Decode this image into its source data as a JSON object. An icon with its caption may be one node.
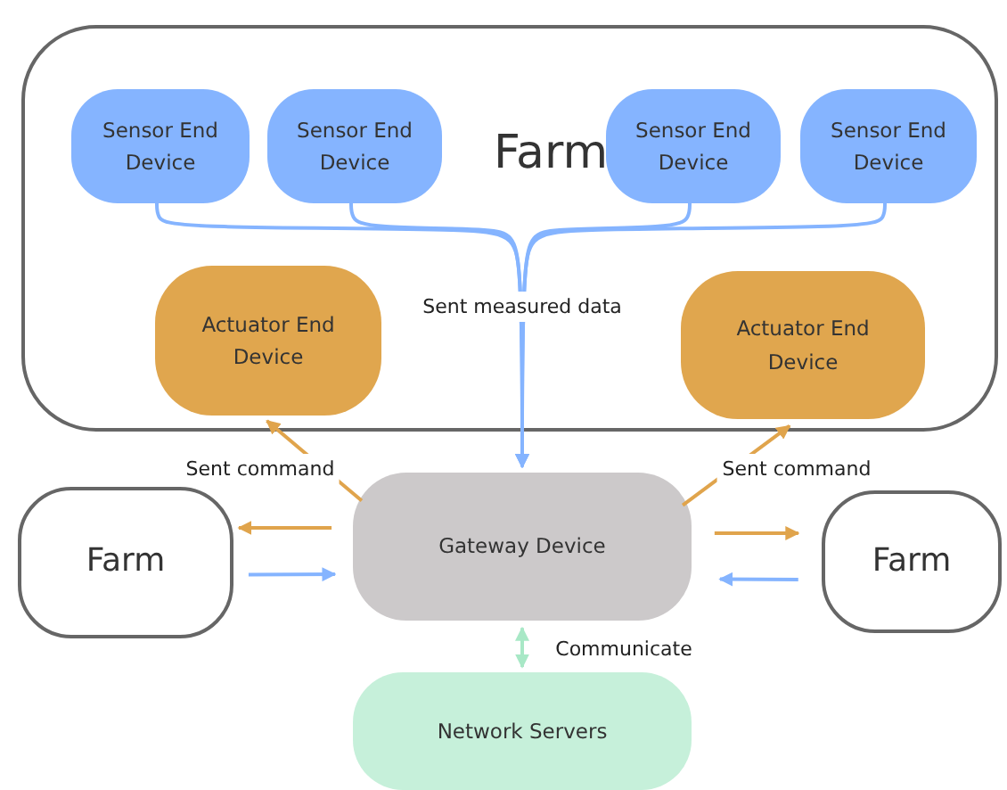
{
  "diagram": {
    "nodes": [
      {
        "text": [
          "Farm"
        ]
      },
      {
        "text": [
          "Sensor End Device"
        ],
        "in": 0
      },
      {
        "text": [
          "Sensor End Device"
        ],
        "in": 0
      },
      {
        "text": [
          "Sensor End Device"
        ],
        "in": 0
      },
      {
        "text": [
          "Sensor End Device"
        ],
        "in": 0
      },
      {
        "text": [
          "Actuator End Device"
        ],
        "in": 0
      },
      {
        "text": [
          "Actuator End Device"
        ],
        "in": 0
      },
      {
        "text": [
          "Farm"
        ]
      },
      {
        "text": [
          "Gateway  Device"
        ]
      },
      {
        "text": [
          "Farm"
        ]
      },
      {
        "text": [
          "Network Servers"
        ]
      }
    ],
    "edges": [
      {
        "from": 1,
        "to": 8,
        "arrow": "to",
        "label": "Sent measured data"
      },
      {
        "from": 2,
        "to": 8,
        "arrow": "to"
      },
      {
        "from": 3,
        "to": 8,
        "arrow": "to"
      },
      {
        "from": 4,
        "to": 8,
        "arrow": "to"
      },
      {
        "from": 8,
        "to": 5,
        "arrow": "to",
        "label": "Sent command",
        "color": "#e0a44c"
      },
      {
        "from": 8,
        "to": 6,
        "arrow": "to",
        "label": "Sent command",
        "color": "#e0a44c"
      },
      {
        "from": 8,
        "to": 7,
        "arrow": "to",
        "color": "#e0a44c"
      },
      {
        "from": 7,
        "to": 8,
        "arrow": "to"
      },
      {
        "from": 8,
        "to": 9,
        "arrow": "to",
        "color": "#e0a44c"
      },
      {
        "from": 9,
        "to": 8,
        "arrow": "to"
      },
      {
        "from": 8,
        "to": 10,
        "arrow": "both",
        "label": "Communicate",
        "color": "#a8e8c6"
      }
    ]
  }
}
